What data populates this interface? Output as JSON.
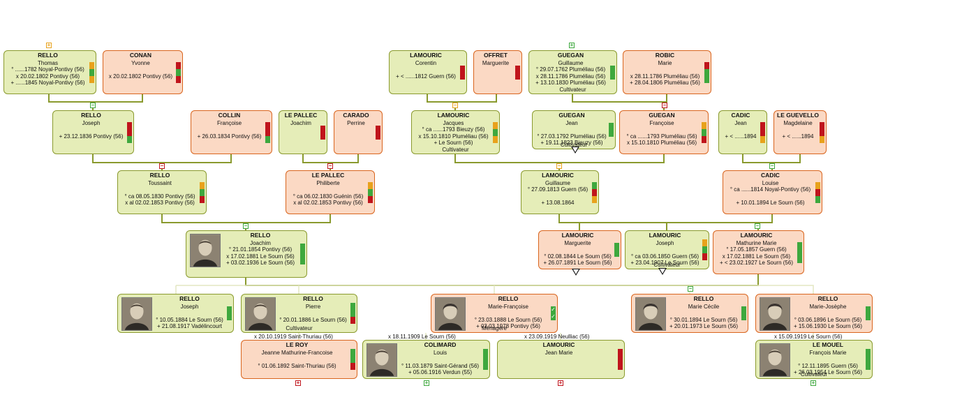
{
  "colors": {
    "green": "#3ea83e",
    "red": "#c0141c",
    "orange": "#e8a21c",
    "line": "#8a9a2e",
    "male_bg": "#e5edb8",
    "female_bg": "#fbd9c4"
  },
  "people": [
    {
      "id": "rello-thomas",
      "sex": "m",
      "surname": "RELLO",
      "first": "Thomas",
      "events": [
        "° ......1782 Noyal-Pontivy (56)",
        "x 20.02.1802 Pontivy (56)",
        "+ ......1845 Noyal-Pontivy (56)"
      ],
      "marks": [
        "orange",
        "green",
        "orange"
      ]
    },
    {
      "id": "conan-yvonne",
      "sex": "f",
      "surname": "CONAN",
      "first": "Yvonne",
      "events": [
        "x 20.02.1802 Pontivy (56)"
      ],
      "marks": [
        "red",
        "green",
        "red"
      ]
    },
    {
      "id": "lamouric-corentin",
      "sex": "m",
      "surname": "LAMOURIC",
      "first": "Corentin",
      "events": [
        "+ < ......1812 Guern (56)"
      ],
      "marks": [
        "red",
        "red"
      ]
    },
    {
      "id": "offret-marguerite",
      "sex": "f",
      "surname": "OFFRET",
      "first": "Marguerite",
      "events": [],
      "marks": [
        "red",
        "red"
      ]
    },
    {
      "id": "guegan-guillaume",
      "sex": "m",
      "surname": "GUEGAN",
      "first": "Guillaume",
      "events": [
        "° 29.07.1762 Pluméliau (56)",
        "x 28.11.1786 Pluméliau (56)",
        "+ 13.10.1830 Pluméliau (56)"
      ],
      "occupation": "Cultivateur",
      "marks": [
        "green",
        "green"
      ]
    },
    {
      "id": "robic-marie",
      "sex": "f",
      "surname": "ROBIC",
      "first": "Marie",
      "events": [
        "x 28.11.1786 Pluméliau (56)",
        "+ 28.04.1806 Pluméliau (56)"
      ],
      "marks": [
        "red",
        "green",
        "green"
      ]
    },
    {
      "id": "rello-joseph-1",
      "sex": "m",
      "surname": "RELLO",
      "first": "Joseph",
      "events": [
        "+ 23.12.1836 Pontivy (56)"
      ],
      "marks": [
        "red",
        "red",
        "green"
      ]
    },
    {
      "id": "collin-francoise",
      "sex": "f",
      "surname": "COLLIN",
      "first": "Françoise",
      "events": [
        "+ 26.03.1834 Pontivy (56)"
      ],
      "marks": [
        "red",
        "red",
        "green"
      ]
    },
    {
      "id": "lepallec-joachim",
      "sex": "m",
      "surname": "LE PALLEC",
      "first": "Joachim",
      "events": [],
      "marks": [
        "red",
        "red"
      ]
    },
    {
      "id": "carado-perrine",
      "sex": "f",
      "surname": "CARADO",
      "first": "Perrine",
      "events": [],
      "marks": [
        "red",
        "red"
      ]
    },
    {
      "id": "lamouric-jacques",
      "sex": "m",
      "surname": "LAMOURIC",
      "first": "Jacques",
      "events": [
        "° ca ......1793 Bieuzy (56)",
        "x 15.10.1810 Pluméliau (56)",
        "+ Le Sourn (56)"
      ],
      "occupation": "Cultivateur",
      "marks": [
        "orange",
        "green",
        "orange"
      ]
    },
    {
      "id": "guegan-jean",
      "sex": "m",
      "surname": "GUEGAN",
      "first": "Jean",
      "events": [
        "° 27.03.1792 Pluméliau (56)",
        "+ 19.11.1823 Bieuzy (56)"
      ],
      "occupation": "Cultivateur",
      "marks": [
        "green",
        "green"
      ]
    },
    {
      "id": "guegan-francoise",
      "sex": "f",
      "surname": "GUEGAN",
      "first": "Françoise",
      "events": [
        "° ca ......1793 Pluméliau (56)",
        "x 15.10.1810 Pluméliau (56)"
      ],
      "marks": [
        "orange",
        "green",
        "red"
      ]
    },
    {
      "id": "cadic-jean",
      "sex": "m",
      "surname": "CADIC",
      "first": "Jean",
      "events": [
        "+ < ......1894"
      ],
      "marks": [
        "red",
        "red",
        "orange"
      ]
    },
    {
      "id": "leguevello-magdelaine",
      "sex": "f",
      "surname": "LE GUEVELLO",
      "first": "Magdelaine",
      "events": [
        "+ < ......1894"
      ],
      "marks": [
        "red",
        "red",
        "orange"
      ]
    },
    {
      "id": "rello-toussaint",
      "sex": "m",
      "surname": "RELLO",
      "first": "Toussaint",
      "events": [
        "° ca 08.05.1830 Pontivy (56)",
        "x al 02.02.1853 Pontivy (56)"
      ],
      "marks": [
        "orange",
        "green",
        "red"
      ]
    },
    {
      "id": "lepallec-philiberte",
      "sex": "f",
      "surname": "LE PALLEC",
      "first": "Philiberte",
      "events": [
        "° ca 06.02.1830 Guénin (56)",
        "x al 02.02.1853 Pontivy (56)"
      ],
      "marks": [
        "orange",
        "green",
        "red"
      ]
    },
    {
      "id": "lamouric-guillaume",
      "sex": "m",
      "surname": "LAMOURIC",
      "first": "Guillaume",
      "events": [
        "° 27.09.1813 Guern (56)",
        "",
        "+ 13.08.1864"
      ],
      "marks": [
        "green",
        "red",
        "orange"
      ]
    },
    {
      "id": "cadic-louise",
      "sex": "f",
      "surname": "CADIC",
      "first": "Louise",
      "events": [
        "° ca ......1814 Noyal-Pontivy (56)",
        "",
        "+ 10.01.1894 Le Sourn (56)"
      ],
      "marks": [
        "orange",
        "red",
        "green"
      ]
    },
    {
      "id": "rello-joachim",
      "sex": "m",
      "surname": "RELLO",
      "first": "Joachim",
      "events": [
        "° 21.01.1854 Pontivy (56)",
        "x 17.02.1881 Le Sourn (56)",
        "+ 03.02.1936 Le Sourn (56)"
      ],
      "marks": [
        "green",
        "green",
        "green"
      ],
      "photo": true
    },
    {
      "id": "lamouric-marguerite",
      "sex": "f",
      "surname": "LAMOURIC",
      "first": "Marguerite",
      "events": [
        "° 02.08.1844 Le Sourn (56)",
        "+ 26.07.1891 Le Sourn (56)"
      ],
      "marks": [
        "green",
        "green"
      ]
    },
    {
      "id": "lamouric-joseph",
      "sex": "m",
      "surname": "LAMOURIC",
      "first": "Joseph",
      "events": [
        "° ca 03.06.1850 Guern (56)",
        "+ 23.04.1907 Le Sourn (56)"
      ],
      "occupation": "Cultivateur",
      "marks": [
        "orange",
        "green",
        "red"
      ]
    },
    {
      "id": "lamouric-mathurine",
      "sex": "f",
      "surname": "LAMOURIC",
      "first": "Mathurine Marie",
      "events": [
        "° 17.05.1857 Guern (56)",
        "x 17.02.1881 Le Sourn (56)",
        "+ < 23.02.1927 Le Sourn (56)"
      ],
      "marks": [
        "green",
        "green",
        "green"
      ]
    },
    {
      "id": "rello-joseph-2",
      "sex": "m",
      "surname": "RELLO",
      "first": "Joseph",
      "events": [
        "° 10.05.1884 Le Sourn (56)",
        "+ 21.08.1917 Vadélincourt"
      ],
      "marks": [
        "green",
        "green"
      ],
      "photo": true
    },
    {
      "id": "rello-pierre",
      "sex": "m",
      "surname": "RELLO",
      "first": "Pierre",
      "events": [
        "° 20.01.1886 Le Sourn (56)"
      ],
      "occupation": "Cultivateur",
      "marks": [
        "green",
        "green",
        "red"
      ],
      "photo": true
    },
    {
      "id": "rello-marie-francoise",
      "sex": "f",
      "surname": "RELLO",
      "first": "Marie-Françoise",
      "events": [
        "° 23.03.1888 Le Sourn (56)",
        "+ 03.03.1978 Pontivy (56)"
      ],
      "occupation": "Ménagère",
      "marks": [
        "check",
        "check"
      ],
      "photo": true
    },
    {
      "id": "rello-marie-cecile",
      "sex": "f",
      "surname": "RELLO",
      "first": "Marie Cécile",
      "events": [
        "° 30.01.1894 Le Sourn (56)",
        "+ 20.01.1973 Le Sourn (56)"
      ],
      "marks": [
        "green",
        "green"
      ],
      "photo": true
    },
    {
      "id": "rello-marie-josephe",
      "sex": "f",
      "surname": "RELLO",
      "first": "Marie-Josèphe",
      "events": [
        "° 03.06.1896 Le Sourn (56)",
        "+ 15.06.1930 Le Sourn (56)"
      ],
      "marks": [
        "green",
        "green"
      ],
      "photo": true
    },
    {
      "id": "leroy-jeanne",
      "sex": "f",
      "surname": "LE ROY",
      "first": "Jeanne Mathurine-Francoise",
      "events": [
        "° 01.06.1892 Saint-Thuriau (56)"
      ],
      "marks": [
        "green",
        "green",
        "red"
      ]
    },
    {
      "id": "colimard-louis",
      "sex": "m",
      "surname": "COLIMARD",
      "first": "Louis",
      "events": [
        "° 11.03.1879 Saint-Gérand (56)",
        "+ 05.06.1916 Verdun (55)"
      ],
      "marks": [
        "green",
        "green",
        "green"
      ],
      "photo": true
    },
    {
      "id": "lamouric-jean-marie",
      "sex": "m",
      "surname": "LAMOURIC",
      "first": "Jean Marie",
      "events": [],
      "marks": [
        "red",
        "red",
        "red"
      ]
    },
    {
      "id": "lemouel-francois",
      "sex": "m",
      "surname": "LE MOUEL",
      "first": "François Marie",
      "events": [
        "° 12.11.1895 Guern (56)",
        "+ 26.03.1954 Le Sourn (56)"
      ],
      "occupation": "Cultivateur",
      "marks": [
        "green",
        "green",
        "green"
      ],
      "photo": true
    }
  ],
  "marriages": [
    {
      "id": "m-pierre",
      "label": "x 20.10.1919 Saint-Thuriau (56)"
    },
    {
      "id": "m-marief-1",
      "label": "x 18.11.1909 Le Sourn (56)"
    },
    {
      "id": "m-marief-2",
      "label": "x 23.09.1919 Neulliac (56)"
    },
    {
      "id": "m-mariej",
      "label": "x 15.09.1919 Le Sourn (56)"
    }
  ],
  "toggles": [
    {
      "id": "t1",
      "sign": "+",
      "color": "orange"
    },
    {
      "id": "t2",
      "sign": "+",
      "color": "green"
    },
    {
      "id": "t3",
      "sign": "−",
      "color": "green"
    },
    {
      "id": "t4",
      "sign": "−",
      "color": "orange"
    },
    {
      "id": "t5",
      "sign": "−",
      "color": "red"
    },
    {
      "id": "t6",
      "sign": "−",
      "color": "red"
    },
    {
      "id": "t7",
      "sign": "−",
      "color": "red"
    },
    {
      "id": "t8",
      "sign": "−",
      "color": "orange"
    },
    {
      "id": "t9",
      "sign": "−",
      "color": "green"
    },
    {
      "id": "t10",
      "sign": "−",
      "color": "green"
    },
    {
      "id": "t11",
      "sign": "−",
      "color": "green"
    },
    {
      "id": "t12",
      "sign": "−",
      "color": "green"
    },
    {
      "id": "t13",
      "sign": "+",
      "color": "red"
    },
    {
      "id": "t14",
      "sign": "+",
      "color": "green"
    },
    {
      "id": "t15",
      "sign": "+",
      "color": "red"
    },
    {
      "id": "t16",
      "sign": "+",
      "color": "green"
    }
  ]
}
